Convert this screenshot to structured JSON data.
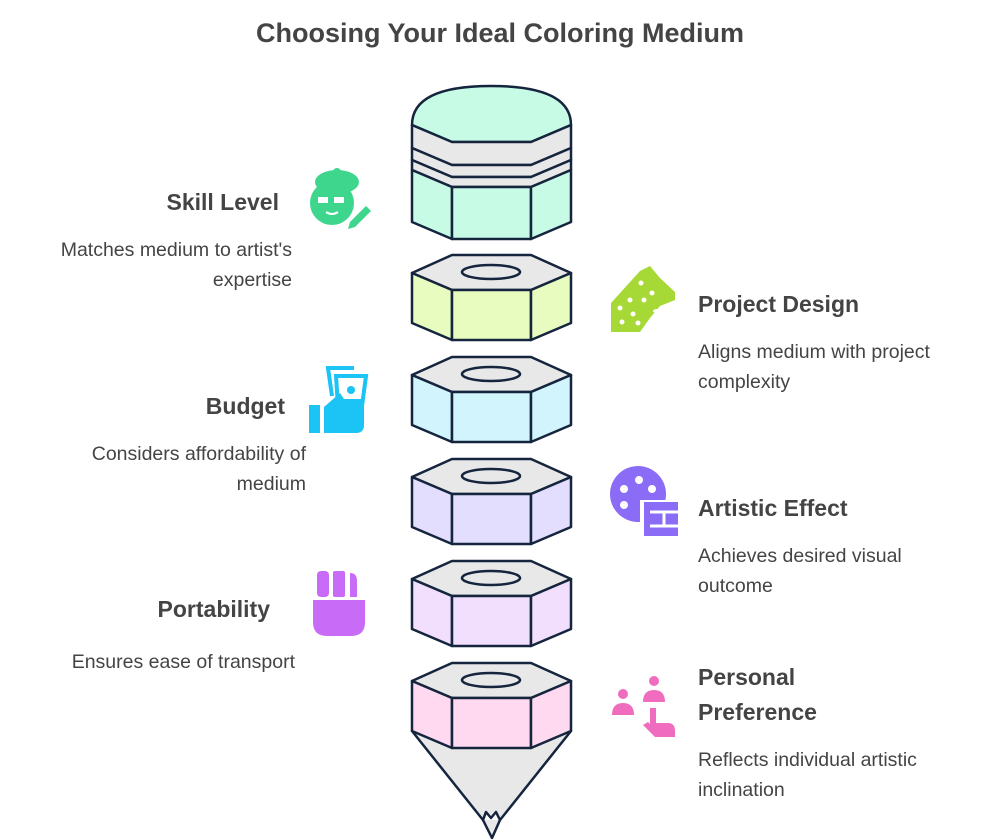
{
  "title": "Choosing Your Ideal Coloring Medium",
  "colors": {
    "outline": "#14253d",
    "gray": "#e8e8e8",
    "eraser": "#c8fbe6",
    "segments": [
      "#e9fcc0",
      "#d2f4fd",
      "#e3defd",
      "#f2defd",
      "#ffd9ef"
    ]
  },
  "items": [
    {
      "title": "Skill Level",
      "description": [
        "Matches medium to artist's",
        "expertise"
      ],
      "icon": "artist-icon",
      "color": "#3dd68c"
    },
    {
      "title": "Project Design",
      "description": [
        "Aligns medium with project",
        "complexity"
      ],
      "icon": "leopard-icon",
      "color": "#a6d935"
    },
    {
      "title": "Budget",
      "description": [
        "Considers affordability of",
        "medium"
      ],
      "icon": "money-hand-icon",
      "color": "#1cc3f5"
    },
    {
      "title": "Artistic Effect",
      "description": [
        "Achieves desired visual",
        "outcome"
      ],
      "icon": "palette-brush-icon",
      "color": "#8a6cf7"
    },
    {
      "title": "Portability",
      "description": [
        "Ensures ease of transport"
      ],
      "icon": "pocket-pens-icon",
      "color": "#c86cf7"
    },
    {
      "title": [
        "Personal",
        "Preference"
      ],
      "description": [
        "Reflects individual artistic",
        "inclination"
      ],
      "icon": "people-touch-icon",
      "color": "#f06cbe"
    }
  ]
}
